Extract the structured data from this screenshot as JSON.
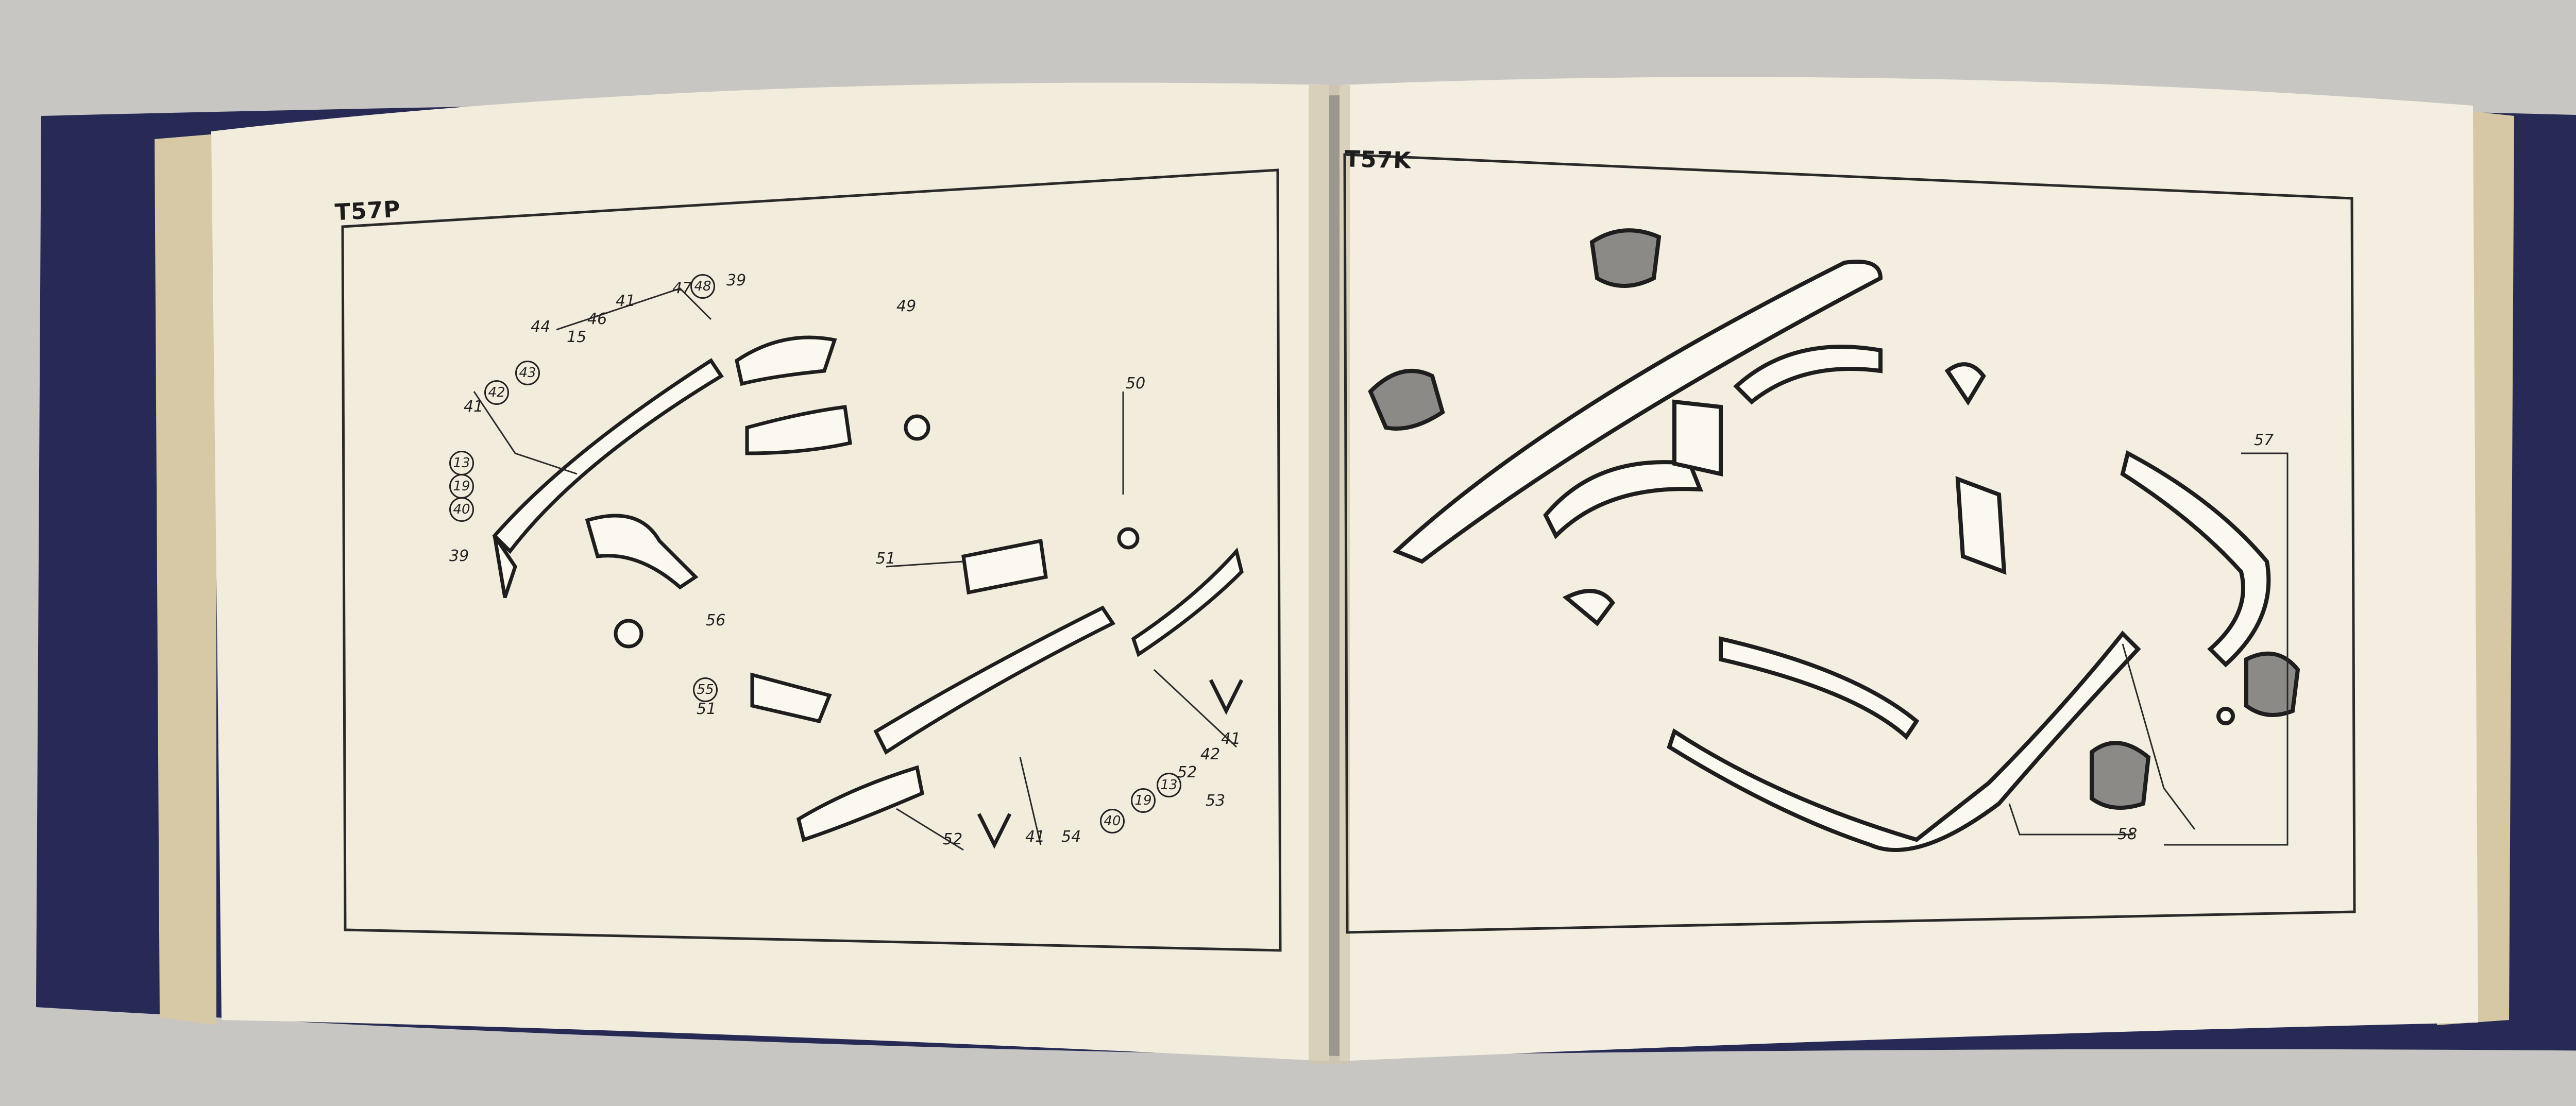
{
  "book": {
    "left_page": {
      "code": "T57P",
      "callouts": [
        {
          "id": "l1",
          "text": "44"
        },
        {
          "id": "l2",
          "text": "15"
        },
        {
          "id": "l3",
          "text": "46"
        },
        {
          "id": "l4",
          "text": "41"
        },
        {
          "id": "l5",
          "text": "47"
        },
        {
          "id": "l6",
          "text": "48"
        },
        {
          "id": "l7",
          "text": "39"
        },
        {
          "id": "l8",
          "text": "43"
        },
        {
          "id": "l9",
          "text": "42"
        },
        {
          "id": "l10",
          "text": "41"
        },
        {
          "id": "l11",
          "text": "13"
        },
        {
          "id": "l12",
          "text": "19"
        },
        {
          "id": "l13",
          "text": "40"
        },
        {
          "id": "l14",
          "text": "39"
        },
        {
          "id": "l15",
          "text": "49"
        },
        {
          "id": "l16",
          "text": "50"
        },
        {
          "id": "l17",
          "text": "51"
        },
        {
          "id": "l18",
          "text": "56"
        },
        {
          "id": "l19",
          "text": "55"
        },
        {
          "id": "l20",
          "text": "51"
        },
        {
          "id": "l21",
          "text": "52"
        },
        {
          "id": "l22",
          "text": "41"
        },
        {
          "id": "l23",
          "text": "54"
        },
        {
          "id": "l24",
          "text": "40"
        },
        {
          "id": "l25",
          "text": "19"
        },
        {
          "id": "l26",
          "text": "13"
        },
        {
          "id": "l27",
          "text": "52"
        },
        {
          "id": "l28",
          "text": "42"
        },
        {
          "id": "l29",
          "text": "41"
        },
        {
          "id": "l30",
          "text": "53"
        }
      ]
    },
    "right_page": {
      "code": "T57K",
      "callouts": [
        {
          "id": "r1",
          "text": "57"
        },
        {
          "id": "r2",
          "text": "58"
        }
      ]
    }
  },
  "colors": {
    "background": "#c9c7c4",
    "binder_cover": "#262a55",
    "paper": "#f1ecdc",
    "ink": "#1c1c1c"
  }
}
